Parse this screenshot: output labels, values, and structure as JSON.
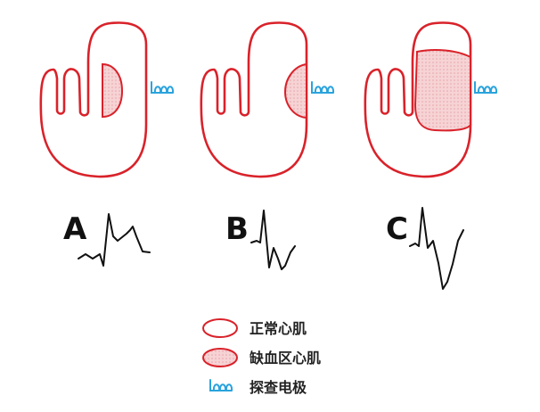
{
  "panels": [
    {
      "letter": "A",
      "electrode_icon": "probe-electrode-icon",
      "ischemia_extent": "subendocardial",
      "ecg_pattern": "st-elevation-upright-t"
    },
    {
      "letter": "B",
      "electrode_icon": "probe-electrode-icon",
      "ischemia_extent": "subepicardial",
      "ecg_pattern": "inverted-t"
    },
    {
      "letter": "C",
      "electrode_icon": "probe-electrode-icon",
      "ischemia_extent": "transmural",
      "ecg_pattern": "deep-inverted-t"
    }
  ],
  "legend": {
    "normal_myocardium": "正常心肌",
    "ischemic_myocardium": "缺血区心肌",
    "probe_electrode": "探查电极"
  },
  "colors": {
    "outline": "#d9222a",
    "ischemia_fill": "#f6d3d5",
    "ischemia_dots": "#e8a3a8",
    "electrode": "#2aa3dd",
    "ecg": "#111111"
  }
}
